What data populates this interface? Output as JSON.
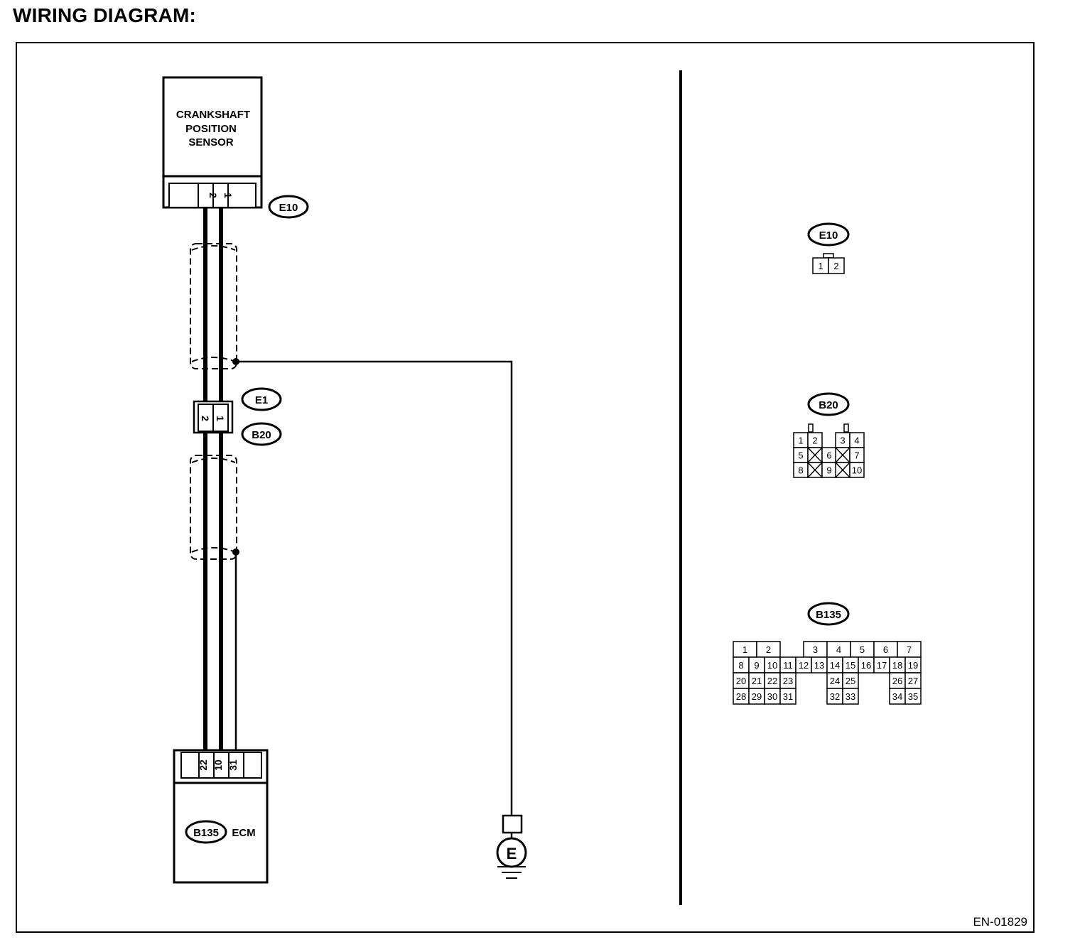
{
  "heading": "WIRING DIAGRAM:",
  "reference_code": "EN-01829",
  "sensor": {
    "label_lines": [
      "CRANKSHAFT",
      "POSITION",
      "SENSOR"
    ],
    "connector": "E10",
    "pins": [
      "2",
      "1"
    ]
  },
  "joint": {
    "connector_top": "E1",
    "connector_bottom": "B20",
    "pins": [
      "2",
      "1"
    ]
  },
  "ecm": {
    "connector": "B135",
    "label": "ECM",
    "pins": [
      "22",
      "10",
      "31"
    ]
  },
  "ground": {
    "symbol": "E"
  },
  "connector_views": {
    "e10": {
      "label": "E10",
      "pins": [
        "1",
        "2"
      ]
    },
    "b20": {
      "label": "B20",
      "rows": [
        [
          "1",
          "2",
          "3",
          "4"
        ],
        [
          "5",
          "6",
          "7"
        ],
        [
          "8",
          "9",
          "10"
        ]
      ]
    },
    "b135": {
      "label": "B135",
      "rows": [
        [
          "1",
          "2",
          "3",
          "4",
          "5",
          "6",
          "7"
        ],
        [
          "8",
          "9",
          "10",
          "11",
          "12",
          "13",
          "14",
          "15",
          "16",
          "17",
          "18",
          "19"
        ],
        [
          "20",
          "21",
          "22",
          "23",
          "24",
          "25",
          "26",
          "27"
        ],
        [
          "28",
          "29",
          "30",
          "31",
          "32",
          "33",
          "34",
          "35"
        ]
      ]
    }
  }
}
